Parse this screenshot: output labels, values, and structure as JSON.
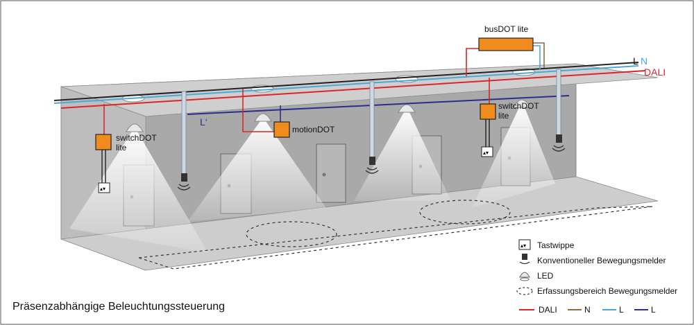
{
  "title": "Präsenzabhängige Beleuchtungssteuerung",
  "devices": {
    "busdot": "busDOT lite",
    "motiondot": "motionDOT",
    "switchdot_left_line1": "switchDOT",
    "switchdot_left_line2": "lite",
    "switchdot_right_line1": "switchDOT",
    "switchdot_right_line2": "lite"
  },
  "bus_labels": {
    "l": "L",
    "n": "N",
    "dali": "DALI",
    "l_prime": "L‘"
  },
  "legend": {
    "tastwippe": "Tastwippe",
    "bewegungsmelder": "Konventioneller Bewegungsmelder",
    "led": "LED",
    "erfassung": "Erfassungsbereich Bewegungsmelder",
    "lines": [
      {
        "label": "DALI",
        "color": "#d8262a"
      },
      {
        "label": "N",
        "color": "#8a6a4a"
      },
      {
        "label": "L",
        "color": "#4aa8d8"
      },
      {
        "label": "L",
        "color": "#2c2c8c"
      }
    ]
  },
  "colors": {
    "dali": "#d8262a",
    "neutral": "#8a6a4a",
    "phase": "#4aa8d8",
    "switched_phase": "#2c2c8c",
    "device": "#f08c1e"
  }
}
